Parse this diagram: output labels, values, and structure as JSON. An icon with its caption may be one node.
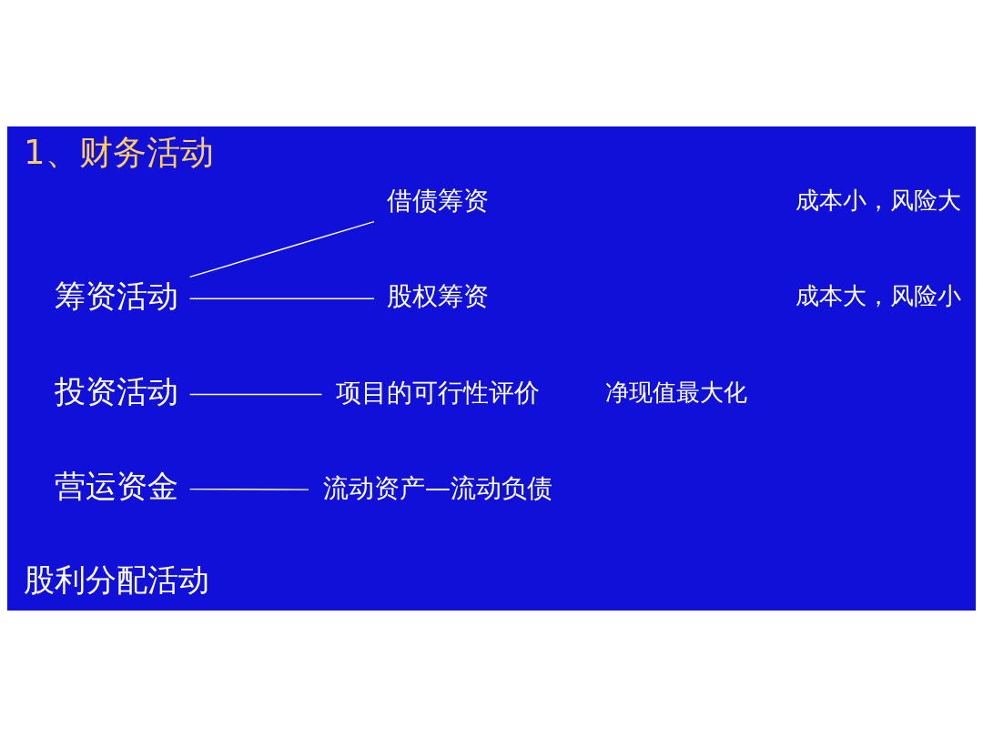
{
  "diagram": {
    "title": "1、财务活动",
    "nodes": [
      {
        "text": [
          "筹资活动"
        ]
      },
      {
        "text": [
          "借债筹资"
        ]
      },
      {
        "text": [
          "股权筹资"
        ]
      },
      {
        "text": [
          "投资活动"
        ]
      },
      {
        "text": [
          "项目的可行性评价"
        ],
        "beside": [
          "净现值最大化"
        ]
      },
      {
        "text": [
          "营运资金"
        ]
      },
      {
        "text": [
          "流动资产—流动负债"
        ]
      }
    ],
    "edges": [
      {
        "from": 0,
        "to": 1,
        "arrow": "none"
      },
      {
        "from": 0,
        "to": 2,
        "arrow": "none"
      },
      {
        "from": 3,
        "to": 4,
        "arrow": "none"
      },
      {
        "from": 5,
        "to": 6,
        "arrow": "none"
      }
    ],
    "labels": [
      "成本小，风险大",
      "成本大，风险小",
      "股利分配活动"
    ]
  }
}
